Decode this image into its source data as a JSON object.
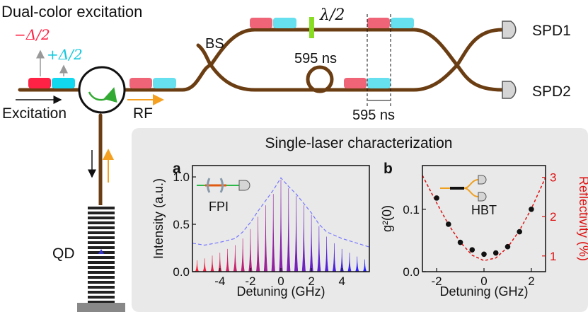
{
  "diagram": {
    "title": "Dual-color excitation",
    "minus_delta": "−Δ/2",
    "plus_delta": "+Δ/2",
    "excitation": "Excitation",
    "rf": "RF",
    "bs": "BS",
    "half_wave": "λ/2",
    "delay_loop": "595 ns",
    "delay_bracket": "595 ns",
    "spd1": "SPD1",
    "spd2": "SPD2",
    "qd": "QD",
    "colors": {
      "fiber": "#6b3d12",
      "red_pulse": "#f06478",
      "cyan_pulse": "#66e0ee",
      "red_laser": "#ff2244",
      "cyan_laser": "#11d8ee",
      "arrow_black": "#111111",
      "arrow_orange": "#f5a020",
      "circulator_green": "#33aa33",
      "waveplate": "#88dd22",
      "panel_bg": "#e9e9e9"
    }
  },
  "panel": {
    "title": "Single-laser characterization"
  },
  "chart_data": [
    {
      "type": "line",
      "panel_label": "a",
      "inset_label": "FPI",
      "xlabel": "Detuning (GHz)",
      "ylabel": "Intensity (a.u.)",
      "xlim": [
        -5.8,
        5.8
      ],
      "ylim": [
        0,
        1.12
      ],
      "xticks": [
        -4,
        -2,
        0,
        2,
        4
      ],
      "yticks": [
        0.0,
        0.5,
        1.0
      ],
      "yticklabels": [
        "0.0",
        "0.5",
        "1.0"
      ],
      "comb_spacing_ghz": 0.5,
      "comb_peaks": [
        {
          "x": -5.5,
          "y": 0.12
        },
        {
          "x": -5.0,
          "y": 0.14
        },
        {
          "x": -4.5,
          "y": 0.17
        },
        {
          "x": -4.0,
          "y": 0.2
        },
        {
          "x": -3.5,
          "y": 0.24
        },
        {
          "x": -3.0,
          "y": 0.28
        },
        {
          "x": -2.5,
          "y": 0.35
        },
        {
          "x": -2.0,
          "y": 0.45
        },
        {
          "x": -1.5,
          "y": 0.58
        },
        {
          "x": -1.0,
          "y": 0.7
        },
        {
          "x": -0.5,
          "y": 0.82
        },
        {
          "x": 0.0,
          "y": 0.97
        },
        {
          "x": 0.5,
          "y": 0.88
        },
        {
          "x": 1.0,
          "y": 0.8
        },
        {
          "x": 1.5,
          "y": 0.7
        },
        {
          "x": 2.0,
          "y": 0.6
        },
        {
          "x": 2.5,
          "y": 0.48
        },
        {
          "x": 3.0,
          "y": 0.37
        },
        {
          "x": 3.5,
          "y": 0.3
        },
        {
          "x": 4.0,
          "y": 0.24
        },
        {
          "x": 4.5,
          "y": 0.2
        },
        {
          "x": 5.0,
          "y": 0.16
        },
        {
          "x": 5.5,
          "y": 0.13
        }
      ],
      "envelope": {
        "x": [
          -5.8,
          -5.0,
          -4.0,
          -3.0,
          -2.5,
          -2.0,
          -1.5,
          -1.0,
          -0.5,
          0.0,
          0.5,
          1.0,
          1.5,
          2.0,
          2.5,
          3.0,
          4.0,
          5.0,
          5.8
        ],
        "y": [
          0.3,
          0.28,
          0.31,
          0.35,
          0.42,
          0.52,
          0.64,
          0.75,
          0.86,
          0.99,
          0.9,
          0.82,
          0.72,
          0.62,
          0.5,
          0.42,
          0.35,
          0.3,
          0.26
        ]
      },
      "colors": {
        "left": "#ff2233",
        "center": "#8822aa",
        "right": "#2222ff",
        "envelope": "#7777ff"
      }
    },
    {
      "type": "scatter",
      "panel_label": "b",
      "inset_label": "HBT",
      "xlabel": "Detuning (GHz)",
      "ylabel": "g²(0)",
      "ylabel_right": "Reflectivity (%)",
      "xlim": [
        -2.6,
        2.6
      ],
      "ylim": [
        0,
        0.17
      ],
      "y2lim": [
        0.6,
        3.3
      ],
      "xticks": [
        -2,
        0,
        2
      ],
      "yticks": [
        0.0,
        0.1
      ],
      "yticklabels": [
        "0.0",
        "0.1"
      ],
      "y2ticks": [
        1,
        2,
        3
      ],
      "series": [
        {
          "x": [
            -2.0,
            -1.5,
            -1.0,
            -0.5,
            0.0,
            0.5,
            1.0,
            1.5,
            2.0
          ],
          "y": [
            0.118,
            0.076,
            0.047,
            0.035,
            0.028,
            0.03,
            0.04,
            0.064,
            0.1
          ]
        }
      ],
      "fit_curve": {
        "x": [
          -2.6,
          -2.0,
          -1.5,
          -1.0,
          -0.5,
          0.0,
          0.5,
          1.0,
          1.5,
          2.0,
          2.6
        ],
        "y": [
          3.05,
          2.35,
          1.8,
          1.35,
          1.02,
          0.88,
          0.95,
          1.22,
          1.65,
          2.2,
          3.0
        ]
      },
      "colors": {
        "points": "#111111",
        "fit": "#dd1111",
        "right_axis": "#dd1111"
      }
    }
  ]
}
